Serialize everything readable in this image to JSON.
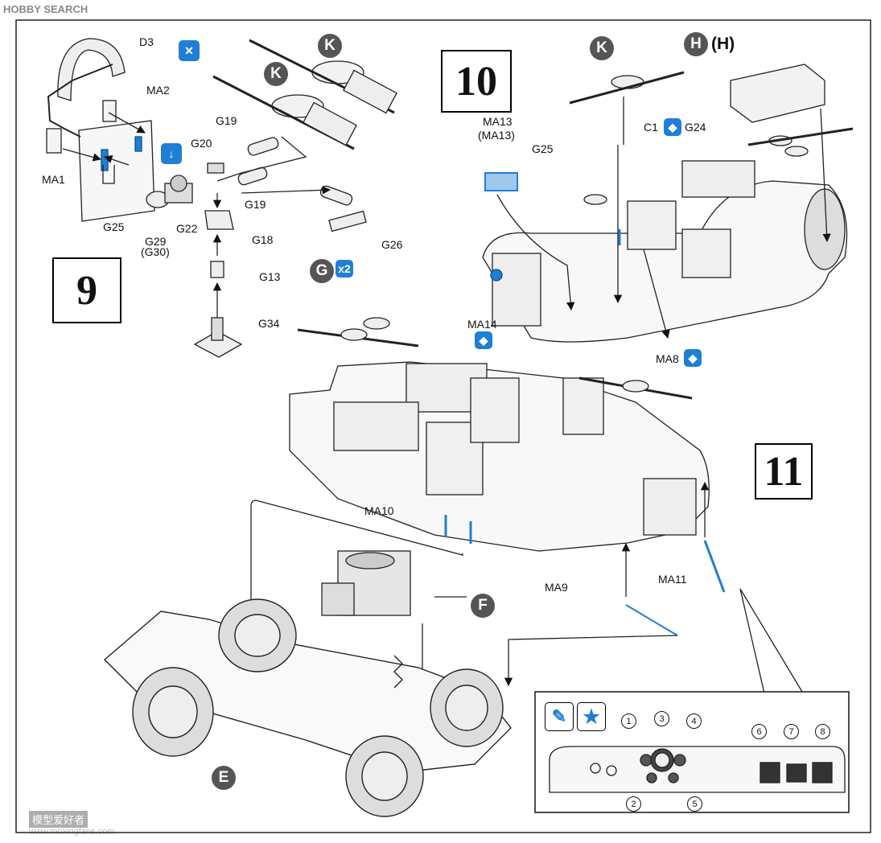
{
  "header": {
    "watermark_top": "HOBBY SEARCH"
  },
  "footer": {
    "watermark_bottom": "模型爱好者",
    "watermark_url": "www.moxingfans.com"
  },
  "steps": {
    "step9": "9",
    "step10": "10",
    "step11": "11"
  },
  "callouts": {
    "K1": "K",
    "K2": "K",
    "K3": "K",
    "G": "G",
    "H": "H",
    "H_paren": "(H)",
    "F": "F",
    "E": "E"
  },
  "parts": {
    "D3": "D3",
    "MA2": "MA2",
    "MA1": "MA1",
    "G19a": "G19",
    "G19b": "G19",
    "G20": "G20",
    "G25a": "G25",
    "G22": "G22",
    "G29": "G29",
    "G30": "(G30)",
    "G18": "G18",
    "G26": "G26",
    "G13": "G13",
    "G34": "G34",
    "G_x2": "x2",
    "MA13": "MA13",
    "MA13p": "(MA13)",
    "G25b": "G25",
    "C1": "C1",
    "G24": "G24",
    "MA14": "MA14",
    "MA8": "MA8",
    "MA10": "MA10",
    "MA9": "MA9",
    "MA11": "MA11"
  },
  "dashboard_numbers": [
    "1",
    "2",
    "3",
    "4",
    "5",
    "6",
    "7",
    "8"
  ],
  "colors": {
    "blue": "#1f7fd6",
    "ink": "#222222",
    "grey": "#555555"
  }
}
